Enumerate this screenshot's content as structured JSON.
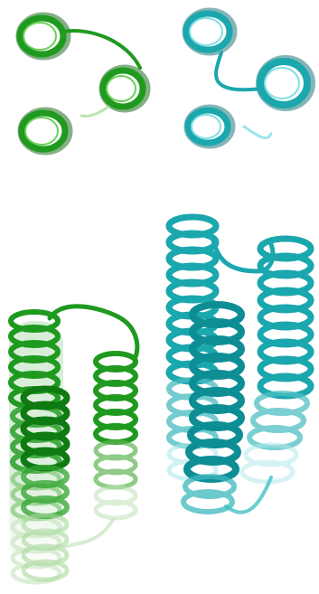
{
  "figure": {
    "panels": [
      {
        "view": "top",
        "structures": [
          {
            "name": "green-helix-bundle",
            "color": "#1f9a1f",
            "light": "#6ccf5a",
            "dark": "#0c5f0c"
          },
          {
            "name": "cyan-helix-bundle",
            "color": "#1aa7ad",
            "light": "#7fe0e3",
            "dark": "#0b6c72"
          }
        ]
      },
      {
        "view": "side",
        "structures": [
          {
            "name": "green-helix-bundle",
            "color": "#1f9a1f",
            "light": "#6ccf5a",
            "dark": "#0c5f0c"
          },
          {
            "name": "cyan-helix-bundle",
            "color": "#1aa7ad",
            "light": "#7fe0e3",
            "dark": "#0b6c72"
          }
        ]
      }
    ]
  }
}
